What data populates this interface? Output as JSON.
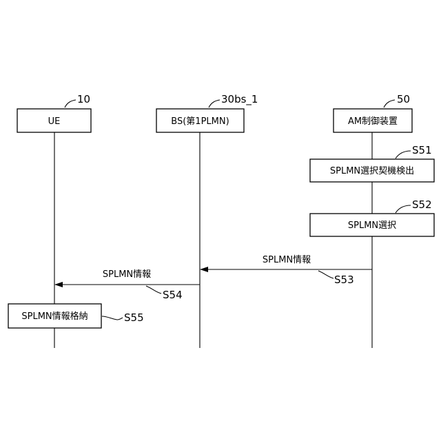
{
  "entities": [
    {
      "id": "ue",
      "label": "UE",
      "ref": "10"
    },
    {
      "id": "bs",
      "label": "BS(第1PLMN)",
      "ref": "30bs_1"
    },
    {
      "id": "am",
      "label": "AM制御装置",
      "ref": "50"
    }
  ],
  "process_boxes": [
    {
      "id": "s51",
      "label": "SPLMN選択契機検出",
      "ref": "S51"
    },
    {
      "id": "s52",
      "label": "SPLMN選択",
      "ref": "S52"
    },
    {
      "id": "s55",
      "label": "SPLMN情報格納",
      "ref": "S55"
    }
  ],
  "messages": [
    {
      "id": "s53",
      "from": "am",
      "to": "bs",
      "label": "SPLMN情報",
      "ref": "S53"
    },
    {
      "id": "s54",
      "from": "bs",
      "to": "ue",
      "label": "SPLMN情報",
      "ref": "S54"
    }
  ]
}
